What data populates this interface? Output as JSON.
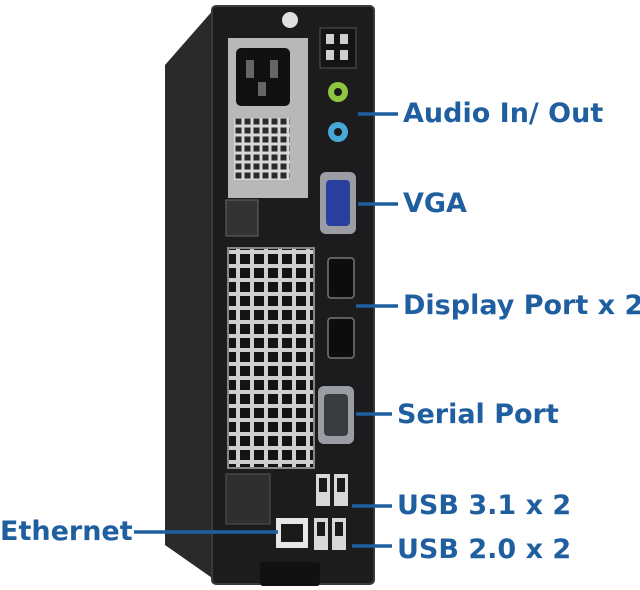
{
  "labels": {
    "audio": "Audio In/ Out",
    "vga": "VGA",
    "display_port": "Display Port x 2",
    "serial": "Serial Port",
    "usb31": "USB 3.1 x 2",
    "usb20": "USB 2.0 x 2",
    "ethernet": "Ethernet"
  },
  "colors": {
    "callout": "#1f5fa0",
    "chassis": "#1c1c1e",
    "chassis_side": "#2a2a2c",
    "panel": "#232325",
    "psu_metal": "#b8b8b8",
    "audio_green": "#8fc63f",
    "audio_blue": "#4aa8d8",
    "vga_blue": "#2a3f9e",
    "port_metal": "#9a9ea4",
    "grille": "#d4d4d4"
  }
}
